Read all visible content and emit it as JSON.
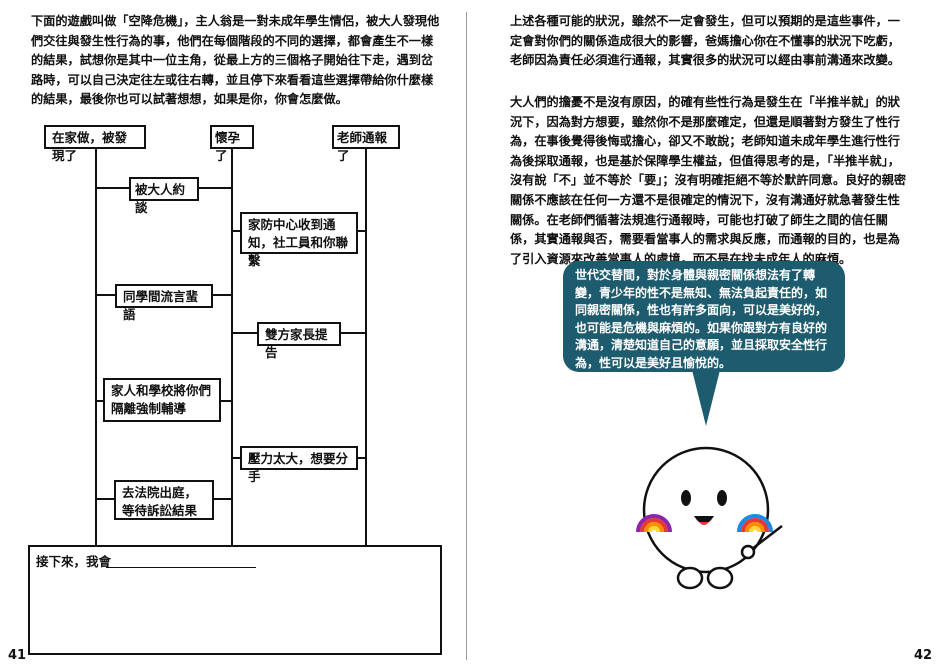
{
  "left": {
    "intro": "下面的遊戲叫做「空降危機」，主人翁是一對未成年學生情侶，被大人發現他們交往與發生性行為的事，他們在每個階段的不同的選擇，都會產生不一樣的結果，試想你是其中一位主角，從最上方的三個格子開始往下走，遇到岔路時，可以自己決定往左或往右轉，並且停下來看看這些選擇帶給你什麼樣的結果，最後你也可以試著想想，如果是你，你會怎麼做。",
    "ladder": {
      "top": [
        "在家做，被發現了",
        "懷孕了",
        "老師通報了"
      ],
      "boxes": [
        "被大人約談",
        "家防中心收到通知，社工員和你聯繫",
        "同學間流言蜚語",
        "雙方家長提告",
        "家人和學校將你們隔離強制輔導",
        "壓力太大，想要分手",
        "去法院出庭，等待訴訟結果"
      ]
    },
    "write": {
      "label": "接下來，我會"
    },
    "page_number": "41"
  },
  "right": {
    "para1": "上述各種可能的狀況，雖然不一定會發生，但可以預期的是這些事件，一定會對你們的關係造成很大的影響，爸媽擔心你在不懂事的狀況下吃虧，老師因為責任必須進行通報，其實很多的狀況可以經由事前溝通來改變。",
    "para2": "大人們的擔憂不是沒有原因，的確有些性行為是發生在「半推半就」的狀況下，因為對方想要，雖然你不是那麼確定，但還是順著對方發生了性行為，在事後覺得後悔或擔心，卻又不敢說；老師知道未成年學生進行性行為後採取通報，也是基於保障學生權益，但值得思考的是，「半推半就」，沒有說「不」並不等於「要」；沒有明確拒絕不等於默許同意。良好的親密關係不應該在任何一方還不是很確定的情況下，沒有溝通好就急著發生性關係。在老師們循著法規進行通報時，可能也打破了師生之間的信任關係，其實通報與否，需要看當事人的需求與反應，而通報的目的，也是為了引入資源來改善當事人的處境，而不是在找未成年人的麻煩。",
    "bubble": "世代交替間，對於身體與親密關係想法有了轉變，青少年的性不是無知、無法負起責任的，如同親密關係，性也有許多面向，可以是美好的，也可能是危機與麻煩的。如果你跟對方有良好的溝通，清楚知道自己的意願，並且採取安全性行為，性可以是美好且愉悅的。",
    "page_number": "42"
  },
  "colors": {
    "bubble": "#1d5b6e",
    "ink": "#111111"
  },
  "icons": {
    "mascot": "rainbow-cheek-mascot-icon"
  }
}
